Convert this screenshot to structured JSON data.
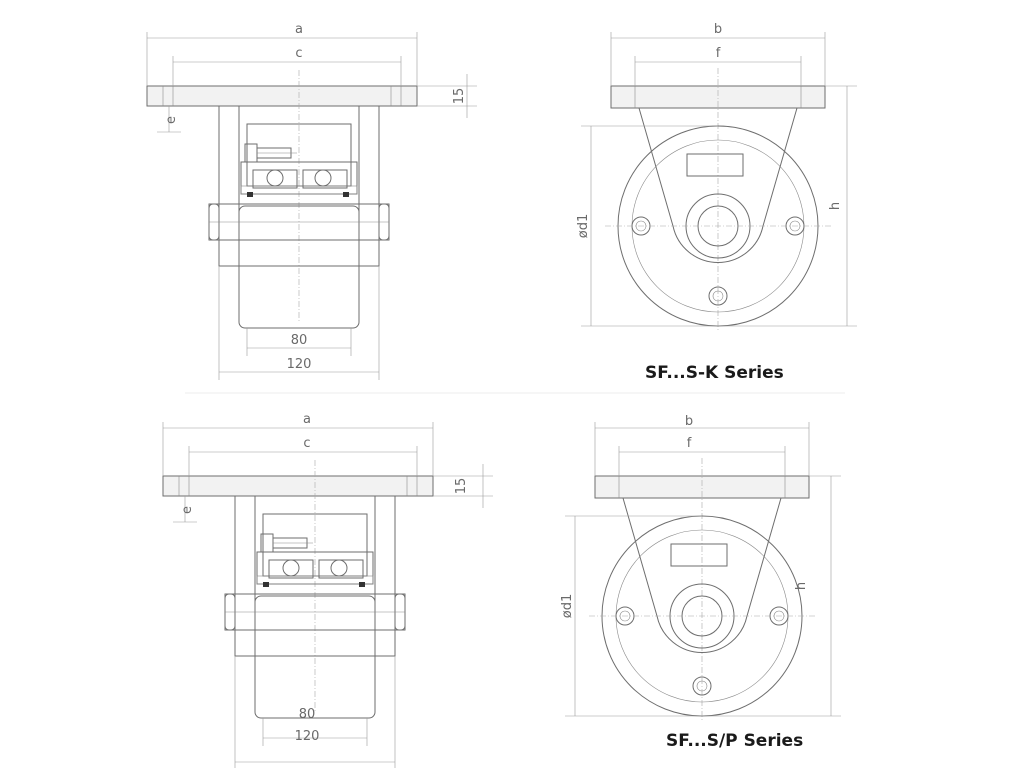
{
  "drawings": [
    {
      "series_label": "SF...S-K Series",
      "dims": {
        "a": "a",
        "c": "c",
        "b": "b",
        "f": "f",
        "h": "h",
        "d1": "ød1",
        "e": "e",
        "t": "15",
        "w1": "80",
        "w2": "120"
      }
    },
    {
      "series_label": "SF...S/P Series",
      "dims": {
        "a": "a",
        "c": "c",
        "b": "b",
        "f": "f",
        "h": "h",
        "d1": "ød1",
        "e": "e",
        "t": "15",
        "w1": "80",
        "w2": "120"
      }
    }
  ],
  "colors": {
    "line": "#6e6e6e",
    "label": "#1a1a1a"
  }
}
